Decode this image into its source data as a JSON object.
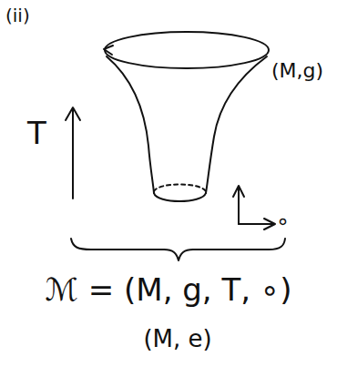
{
  "diagram": {
    "labels": [
      "(ii)",
      "(M,g)",
      "T",
      "∘",
      "ℳ = (M, g, T, ∘)",
      "(M, e)"
    ]
  }
}
